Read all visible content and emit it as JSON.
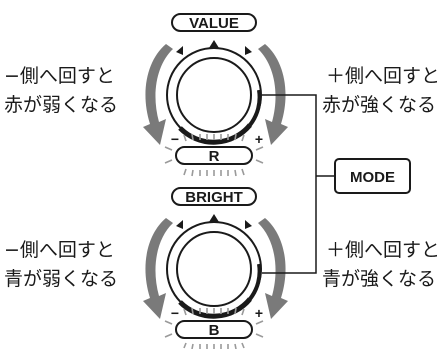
{
  "top_knob": {
    "label": "VALUE",
    "minus_text": [
      "−側へ回すと",
      "赤が弱くなる"
    ],
    "plus_text": [
      "＋側へ回すと",
      "赤が強くなる"
    ],
    "led_label": "R",
    "minus_sign": "−",
    "plus_sign": "+"
  },
  "bottom_knob": {
    "label": "BRIGHT",
    "minus_text": [
      "−側へ回すと",
      "青が弱くなる"
    ],
    "plus_text": [
      "＋側へ回すと",
      "青が強くなる"
    ],
    "led_label": "B",
    "minus_sign": "−",
    "plus_sign": "+"
  },
  "mode_button": {
    "label": "MODE"
  },
  "colors": {
    "arrow": "#7a7a7a",
    "line": "#1a1a1a",
    "glow": "#9a9a9a"
  }
}
